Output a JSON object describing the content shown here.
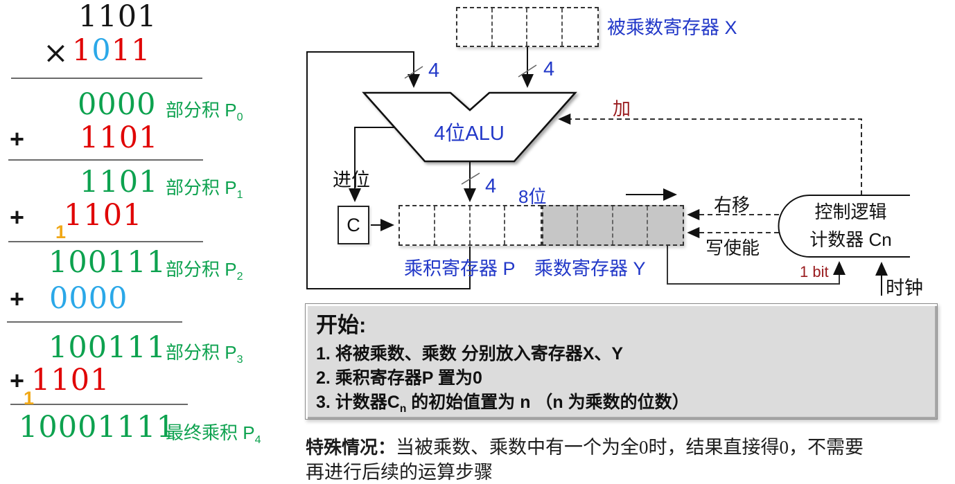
{
  "multiplication": {
    "multiplicand": "1101",
    "times_sign": "×",
    "multiplier": {
      "d1": "1",
      "d2": "0",
      "d3": "1",
      "d4": "1"
    },
    "plus_sign": "+",
    "rows": {
      "p0": {
        "value": "0000",
        "label_prefix": "部分积 P",
        "label_sub": "0"
      },
      "add1": {
        "value": "1101"
      },
      "p1": {
        "value": "1101",
        "label_prefix": "部分积 P",
        "label_sub": "1"
      },
      "add2": {
        "carry": "1",
        "value": "1101"
      },
      "p2": {
        "value": "100111",
        "label_prefix": "部分积 P",
        "label_sub": "2"
      },
      "add3": {
        "value": "0000"
      },
      "p3": {
        "value": "100111",
        "label_prefix": "部分积 P",
        "label_sub": "3"
      },
      "add4": {
        "carry": "1",
        "value": "1101"
      },
      "final": {
        "value": "10001111",
        "label_prefix": "最终乘积 P",
        "label_sub": "4"
      }
    }
  },
  "diagram": {
    "reg_x_label": "被乘数寄存器 X",
    "alu_label": "4位ALU",
    "bus_width_left": "4",
    "bus_width_right": "4",
    "bus_width_out": "4",
    "bus_width_total": "8位",
    "carry_label": "进位",
    "carry_box": "C",
    "reg_p_label": "乘积寄存器 P",
    "reg_y_label": "乘数寄存器 Y",
    "add_signal": "加",
    "shift_signal": "右移",
    "write_enable_signal": "写使能",
    "control_line1": "控制逻辑",
    "control_line2": "计数器 Cn",
    "one_bit_label": "1 bit",
    "clock_label": "时钟"
  },
  "instructions": {
    "title": "开始:",
    "step1": "1. 将被乘数、乘数 分别放入寄存器X、Y",
    "step2": "2. 乘积寄存器P 置为0",
    "step3_prefix": "3. 计数器C",
    "step3_sub": "n",
    "step3_suffix": " 的初始值置为 n （n 为乘数的位数）"
  },
  "note": {
    "lead": "特殊情况：",
    "line1": "当被乘数、乘数中有一个为全0时，结果直接得0，不需要",
    "line2": "再进行后续的运算步骤"
  },
  "colors": {
    "label_blue": "#2238c8",
    "digit_green": "#0da24f",
    "digit_red": "#e00505",
    "digit_light_blue": "#2ba8e8",
    "carry_orange": "#f0a818",
    "signal_dark_red": "#991b1e",
    "reg_y_gray": "#c6c6c6",
    "panel_gray": "#dcdcdc"
  }
}
